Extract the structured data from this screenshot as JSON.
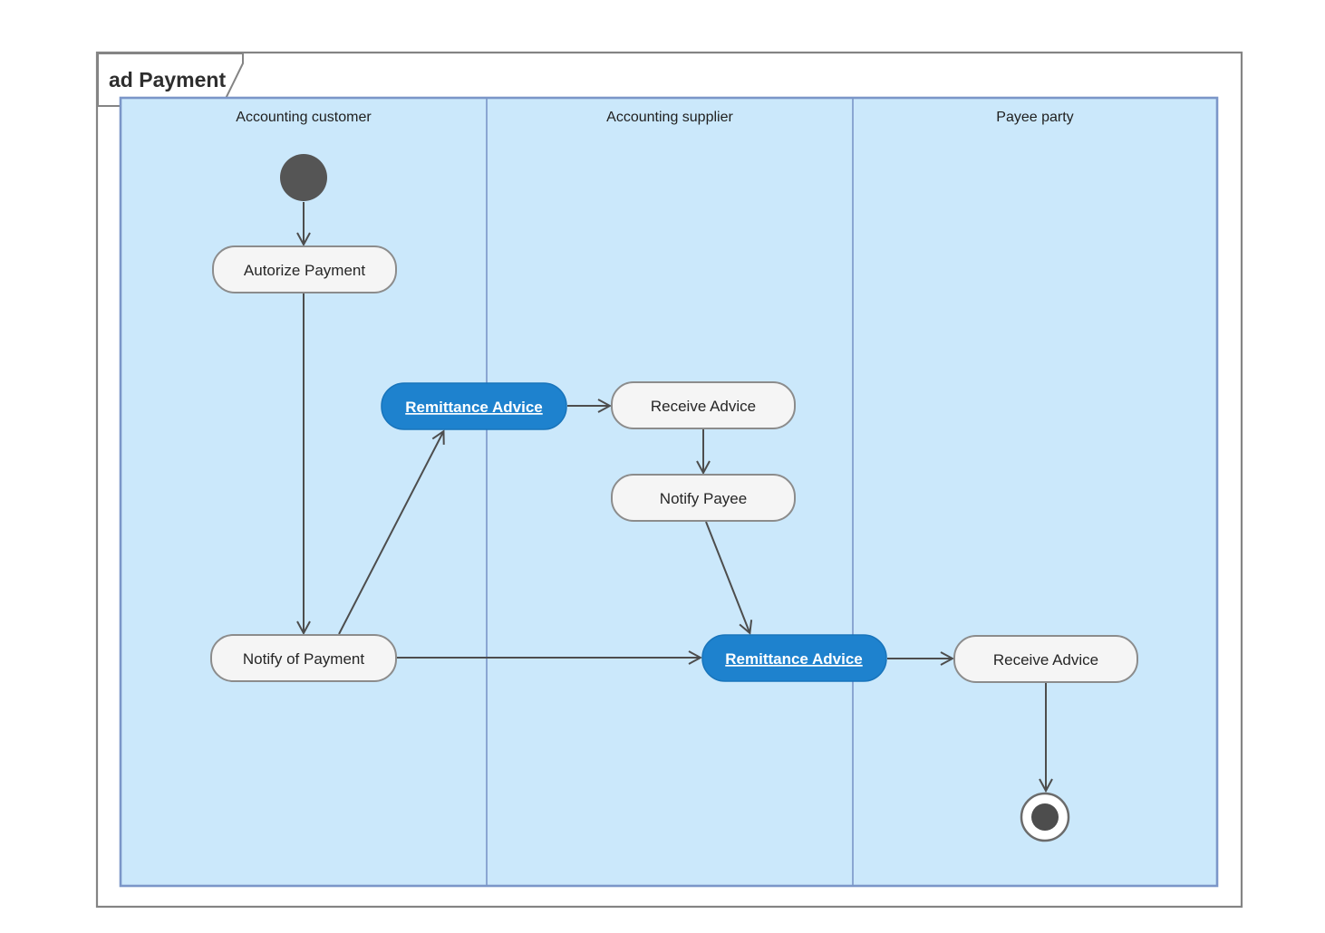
{
  "frame": {
    "title": "ad Payment"
  },
  "lanes": {
    "customer": "Accounting customer",
    "supplier": "Accounting supplier",
    "payee": "Payee party"
  },
  "nodes": {
    "autorize_payment": "Autorize Payment",
    "remittance_advice_1": "Remittance Advice",
    "receive_advice_1": "Receive Advice",
    "notify_payee": "Notify Payee",
    "notify_of_payment": "Notify of Payment",
    "remittance_advice_2": "Remittance Advice",
    "receive_advice_2": "Receive Advice"
  },
  "node_kinds": {
    "initial_node": "initial-node",
    "final_node": "activity-final-node"
  },
  "colors": {
    "pool_fill": "#cbe8fb",
    "pool_border": "#7b96c8",
    "action_fill": "#f5f5f5",
    "action_border": "#8c8c8c",
    "signal_fill": "#1e82ce",
    "signal_text": "#ffffff",
    "edge": "#4d4d4d",
    "frame_border": "#848484",
    "initial_final_fill": "#555555",
    "text": "#262626"
  }
}
